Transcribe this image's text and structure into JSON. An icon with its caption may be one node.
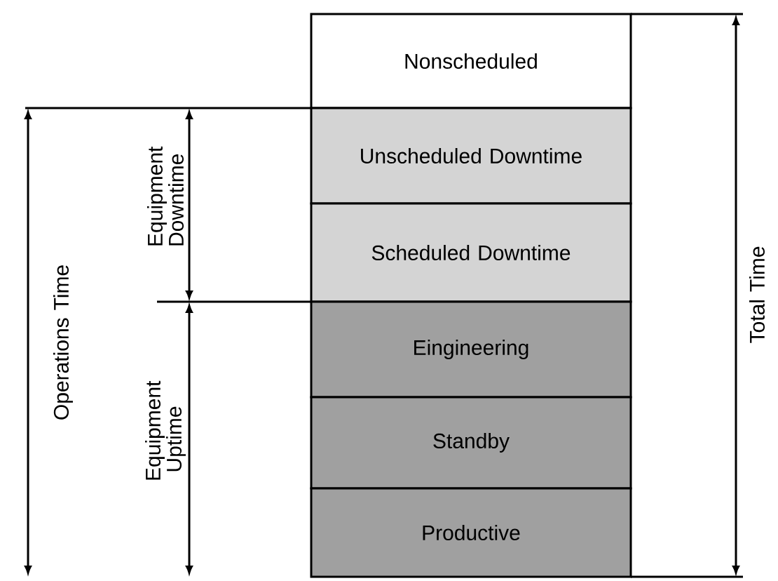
{
  "diagram": {
    "nodes": [
      {
        "text": [
          "Nonscheduled"
        ]
      },
      {
        "text": [
          "Unscheduled Downtime"
        ]
      },
      {
        "text": [
          "Scheduled Downtime"
        ]
      },
      {
        "text": [
          "Eingineering"
        ]
      },
      {
        "text": [
          "Standby"
        ]
      },
      {
        "text": [
          "Productive"
        ]
      }
    ],
    "labels": [
      "Operations Time",
      "Equipment Downtime",
      "Equipment Uptime",
      "Total Time"
    ]
  }
}
